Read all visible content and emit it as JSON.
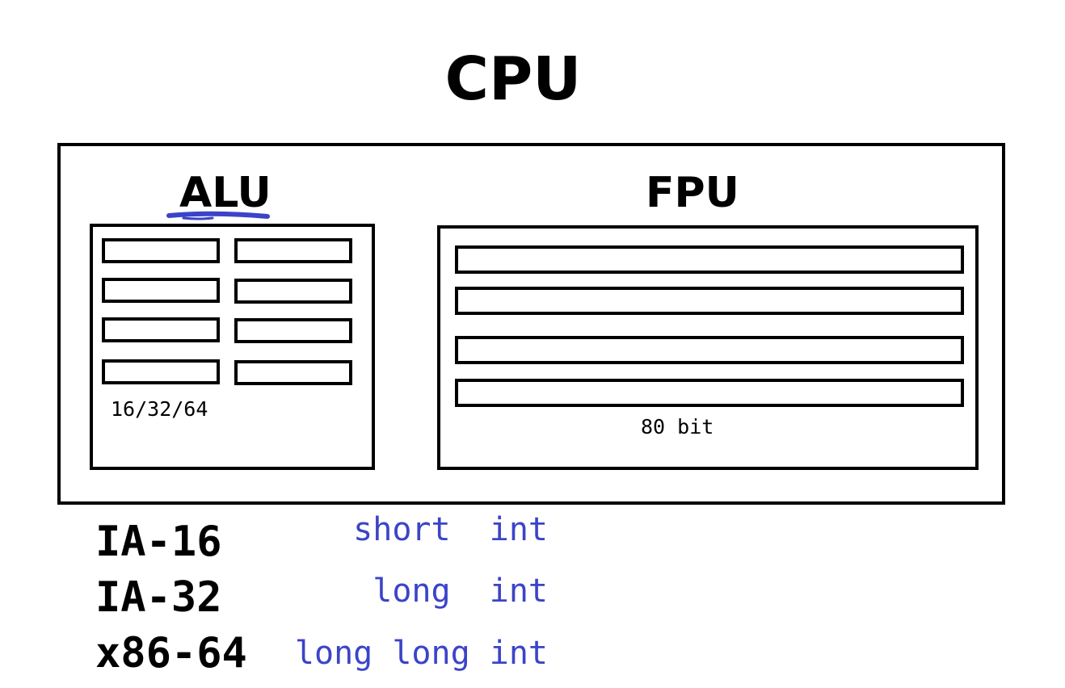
{
  "diagram": {
    "title": "CPU",
    "alu": {
      "label": "ALU",
      "register_width": "16/32/64",
      "register_count": 8
    },
    "fpu": {
      "label": "FPU",
      "register_width": "80 bit",
      "register_count": 4
    },
    "architectures": [
      {
        "name": "IA-16",
        "int_type": "short  int"
      },
      {
        "name": "IA-32",
        "int_type": "long  int"
      },
      {
        "name": "x86-64",
        "int_type": "long long int"
      }
    ],
    "colors": {
      "outline": "#000000",
      "annotation": "#3b44c8",
      "underline": "#3b44c8"
    }
  }
}
